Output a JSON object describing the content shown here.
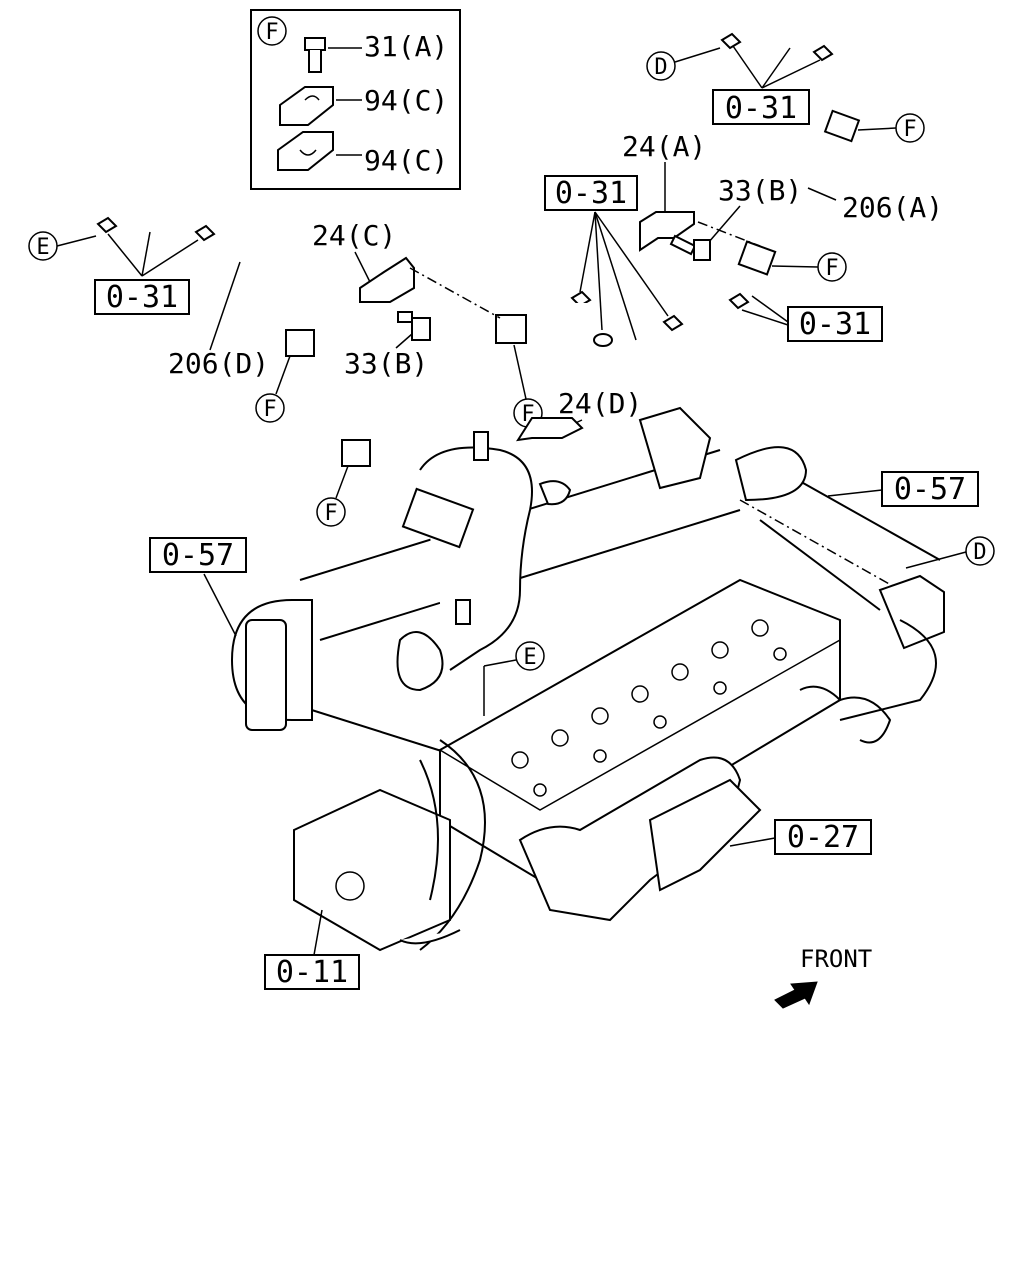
{
  "labels": {
    "inset_f": "F",
    "inset_31a": "31(A)",
    "inset_94c_1": "94(C)",
    "inset_94c_2": "94(C)",
    "d_top": "D",
    "box_031_top": "0-31",
    "f_206a_top": "F",
    "lbl_24a": "24(A)",
    "lbl_33b_right": "33(B)",
    "lbl_206a": "206(A)",
    "box_031_mid": "0-31",
    "f_206a_mid": "F",
    "box_031_right": "0-31",
    "e_left": "E",
    "box_031_left": "0-31",
    "lbl_24c": "24(C)",
    "lbl_206d": "206(D)",
    "lbl_33b_left": "33(B)",
    "f_206d_1": "F",
    "f_206d_2": "F",
    "f_206d_3": "F",
    "lbl_24d": "24(D)",
    "box_057_right": "0-57",
    "d_right": "D",
    "box_057_left": "0-57",
    "e_mid": "E",
    "box_027": "0-27",
    "box_011": "0-11",
    "front": "FRONT"
  }
}
